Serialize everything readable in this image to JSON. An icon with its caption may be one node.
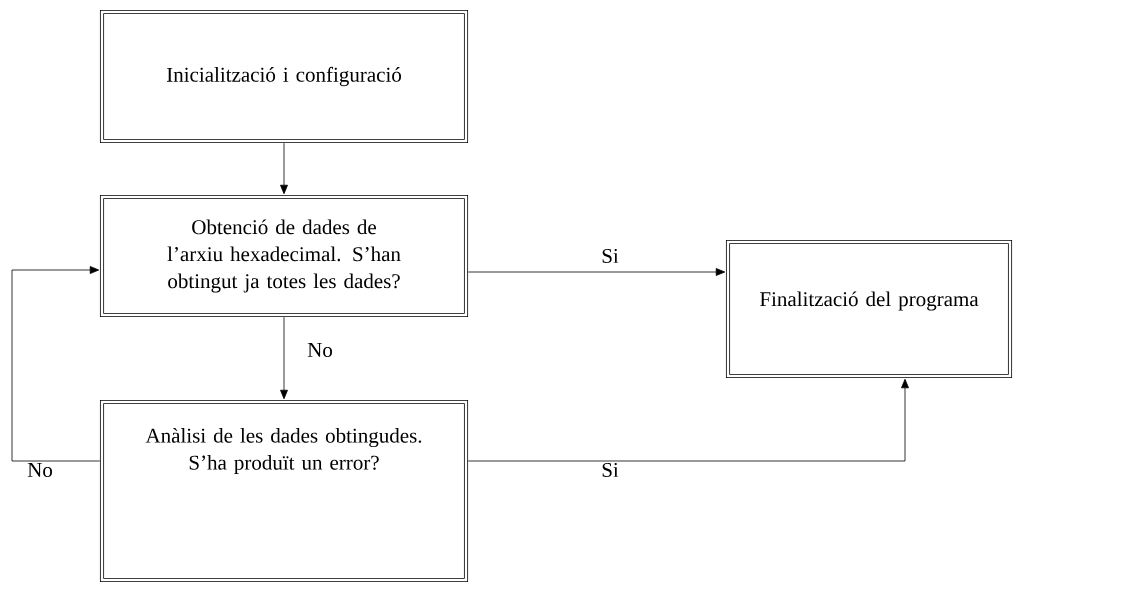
{
  "diagram": {
    "nodes": [
      {
        "text": [
          "Inicialització i configuració"
        ]
      },
      {
        "text": [
          "Obtenció de dades de l’arxiu hexadecimal. S’han obtingut ja totes les dades?"
        ]
      },
      {
        "text": [
          "Finalització del programa"
        ]
      },
      {
        "text": [
          "Anàlisi de les dades obtingudes. S’ha produït un error?"
        ]
      }
    ],
    "edges": [
      {
        "from": 0,
        "to": 1,
        "arrow": "to"
      },
      {
        "from": 1,
        "to": 2,
        "arrow": "to",
        "label": "Si"
      },
      {
        "from": 1,
        "to": 3,
        "arrow": "to",
        "label": "No"
      },
      {
        "from": 3,
        "to": 1,
        "arrow": "to",
        "label": "No"
      },
      {
        "from": 3,
        "to": 2,
        "arrow": "to",
        "label": "Si"
      }
    ]
  }
}
